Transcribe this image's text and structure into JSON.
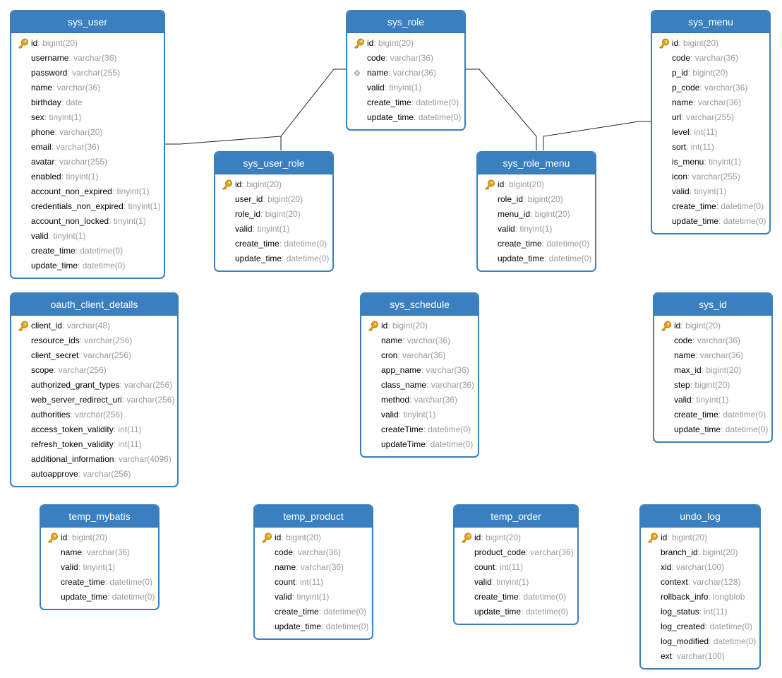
{
  "tables": [
    {
      "id": "sys_user",
      "name": "sys_user",
      "fields": [
        {
          "n": "id",
          "t": "bigint(20)",
          "k": "pk"
        },
        {
          "n": "username",
          "t": "varchar(36)"
        },
        {
          "n": "password",
          "t": "varchar(255)"
        },
        {
          "n": "name",
          "t": "varchar(36)"
        },
        {
          "n": "birthday",
          "t": "date"
        },
        {
          "n": "sex",
          "t": "tinyint(1)"
        },
        {
          "n": "phone",
          "t": "varchar(20)"
        },
        {
          "n": "email",
          "t": "varchar(36)"
        },
        {
          "n": "avatar",
          "t": "varchar(255)"
        },
        {
          "n": "enabled",
          "t": "tinyint(1)"
        },
        {
          "n": "account_non_expired",
          "t": "tinyint(1)"
        },
        {
          "n": "credentials_non_expired",
          "t": "tinyint(1)"
        },
        {
          "n": "account_non_locked",
          "t": "tinyint(1)"
        },
        {
          "n": "valid",
          "t": "tinyint(1)"
        },
        {
          "n": "create_time",
          "t": "datetime(0)"
        },
        {
          "n": "update_time",
          "t": "datetime(0)"
        }
      ]
    },
    {
      "id": "sys_role",
      "name": "sys_role",
      "fields": [
        {
          "n": "id",
          "t": "bigint(20)",
          "k": "pk"
        },
        {
          "n": "code",
          "t": "varchar(36)"
        },
        {
          "n": "name",
          "t": "varchar(36)",
          "k": "idx"
        },
        {
          "n": "valid",
          "t": "tinyint(1)"
        },
        {
          "n": "create_time",
          "t": "datetime(0)"
        },
        {
          "n": "update_time",
          "t": "datetime(0)"
        }
      ]
    },
    {
      "id": "sys_menu",
      "name": "sys_menu",
      "fields": [
        {
          "n": "id",
          "t": "bigint(20)",
          "k": "pk"
        },
        {
          "n": "code",
          "t": "varchar(36)"
        },
        {
          "n": "p_id",
          "t": "bigint(20)"
        },
        {
          "n": "p_code",
          "t": "varchar(36)"
        },
        {
          "n": "name",
          "t": "varchar(36)"
        },
        {
          "n": "url",
          "t": "varchar(255)"
        },
        {
          "n": "level",
          "t": "int(11)"
        },
        {
          "n": "sort",
          "t": "int(11)"
        },
        {
          "n": "is_menu",
          "t": "tinyint(1)"
        },
        {
          "n": "icon",
          "t": "varchar(255)"
        },
        {
          "n": "valid",
          "t": "tinyint(1)"
        },
        {
          "n": "create_time",
          "t": "datetime(0)"
        },
        {
          "n": "update_time",
          "t": "datetime(0)"
        }
      ]
    },
    {
      "id": "sys_user_role",
      "name": "sys_user_role",
      "fields": [
        {
          "n": "id",
          "t": "bigint(20)",
          "k": "pk"
        },
        {
          "n": "user_id",
          "t": "bigint(20)"
        },
        {
          "n": "role_id",
          "t": "bigint(20)"
        },
        {
          "n": "valid",
          "t": "tinyint(1)"
        },
        {
          "n": "create_time",
          "t": "datetime(0)"
        },
        {
          "n": "update_time",
          "t": "datetime(0)"
        }
      ]
    },
    {
      "id": "sys_role_menu",
      "name": "sys_role_menu",
      "fields": [
        {
          "n": "id",
          "t": "bigint(20)",
          "k": "pk"
        },
        {
          "n": "role_id",
          "t": "bigint(20)"
        },
        {
          "n": "menu_id",
          "t": "bigint(20)"
        },
        {
          "n": "valid",
          "t": "tinyint(1)"
        },
        {
          "n": "create_time",
          "t": "datetime(0)"
        },
        {
          "n": "update_time",
          "t": "datetime(0)"
        }
      ]
    },
    {
      "id": "oauth_client_details",
      "name": "oauth_client_details",
      "fields": [
        {
          "n": "client_id",
          "t": "varchar(48)",
          "k": "pk"
        },
        {
          "n": "resource_ids",
          "t": "varchar(256)"
        },
        {
          "n": "client_secret",
          "t": "varchar(256)"
        },
        {
          "n": "scope",
          "t": "varchar(256)"
        },
        {
          "n": "authorized_grant_types",
          "t": "varchar(256)"
        },
        {
          "n": "web_server_redirect_uri",
          "t": "varchar(256)"
        },
        {
          "n": "authorities",
          "t": "varchar(256)"
        },
        {
          "n": "access_token_validity",
          "t": "int(11)"
        },
        {
          "n": "refresh_token_validity",
          "t": "int(11)"
        },
        {
          "n": "additional_information",
          "t": "varchar(4096)"
        },
        {
          "n": "autoapprove",
          "t": "varchar(256)"
        }
      ]
    },
    {
      "id": "sys_schedule",
      "name": "sys_schedule",
      "fields": [
        {
          "n": "id",
          "t": "bigint(20)",
          "k": "pk"
        },
        {
          "n": "name",
          "t": "varchar(36)"
        },
        {
          "n": "cron",
          "t": "varchar(36)"
        },
        {
          "n": "app_name",
          "t": "varchar(36)"
        },
        {
          "n": "class_name",
          "t": "varchar(36)"
        },
        {
          "n": "method",
          "t": "varchar(36)"
        },
        {
          "n": "valid",
          "t": "tinyint(1)"
        },
        {
          "n": "createTime",
          "t": "datetime(0)"
        },
        {
          "n": "updateTime",
          "t": "datetime(0)"
        }
      ]
    },
    {
      "id": "sys_id",
      "name": "sys_id",
      "fields": [
        {
          "n": "id",
          "t": "bigint(20)",
          "k": "pk"
        },
        {
          "n": "code",
          "t": "varchar(36)"
        },
        {
          "n": "name",
          "t": "varchar(36)"
        },
        {
          "n": "max_id",
          "t": "bigint(20)"
        },
        {
          "n": "step",
          "t": "bigint(20)"
        },
        {
          "n": "valid",
          "t": "tinyint(1)"
        },
        {
          "n": "create_time",
          "t": "datetime(0)"
        },
        {
          "n": "update_time",
          "t": "datetime(0)"
        }
      ]
    },
    {
      "id": "temp_mybatis",
      "name": "temp_mybatis",
      "fields": [
        {
          "n": "id",
          "t": "bigint(20)",
          "k": "pk"
        },
        {
          "n": "name",
          "t": "varchar(36)"
        },
        {
          "n": "valid",
          "t": "tinyint(1)"
        },
        {
          "n": "create_time",
          "t": "datetime(0)"
        },
        {
          "n": "update_time",
          "t": "datetime(0)"
        }
      ]
    },
    {
      "id": "temp_product",
      "name": "temp_product",
      "fields": [
        {
          "n": "id",
          "t": "bigint(20)",
          "k": "pk"
        },
        {
          "n": "code",
          "t": "varchar(36)"
        },
        {
          "n": "name",
          "t": "varchar(36)"
        },
        {
          "n": "count",
          "t": "int(11)"
        },
        {
          "n": "valid",
          "t": "tinyint(1)"
        },
        {
          "n": "create_time",
          "t": "datetime(0)"
        },
        {
          "n": "update_time",
          "t": "datetime(0)"
        }
      ]
    },
    {
      "id": "temp_order",
      "name": "temp_order",
      "fields": [
        {
          "n": "id",
          "t": "bigint(20)",
          "k": "pk"
        },
        {
          "n": "product_code",
          "t": "varchar(36)"
        },
        {
          "n": "count",
          "t": "int(11)"
        },
        {
          "n": "valid",
          "t": "tinyint(1)"
        },
        {
          "n": "create_time",
          "t": "datetime(0)"
        },
        {
          "n": "update_time",
          "t": "datetime(0)"
        }
      ]
    },
    {
      "id": "undo_log",
      "name": "undo_log",
      "fields": [
        {
          "n": "id",
          "t": "bigint(20)",
          "k": "pk"
        },
        {
          "n": "branch_id",
          "t": "bigint(20)"
        },
        {
          "n": "xid",
          "t": "varchar(100)"
        },
        {
          "n": "context",
          "t": "varchar(128)"
        },
        {
          "n": "rollback_info",
          "t": "longblob"
        },
        {
          "n": "log_status",
          "t": "int(11)"
        },
        {
          "n": "log_created",
          "t": "datetime(0)"
        },
        {
          "n": "log_modified",
          "t": "datetime(0)"
        },
        {
          "n": "ext",
          "t": "varchar(100)"
        }
      ]
    }
  ],
  "relations": [
    {
      "from": "sys_user",
      "to": "sys_user_role"
    },
    {
      "from": "sys_role",
      "to": "sys_user_role"
    },
    {
      "from": "sys_role",
      "to": "sys_role_menu"
    },
    {
      "from": "sys_menu",
      "to": "sys_role_menu"
    }
  ],
  "colors": {
    "header": "#3a80c1",
    "border": "#3a7fbd",
    "type_text": "#9a9a9a",
    "key": "#e0a21c",
    "connector": "#222222"
  }
}
